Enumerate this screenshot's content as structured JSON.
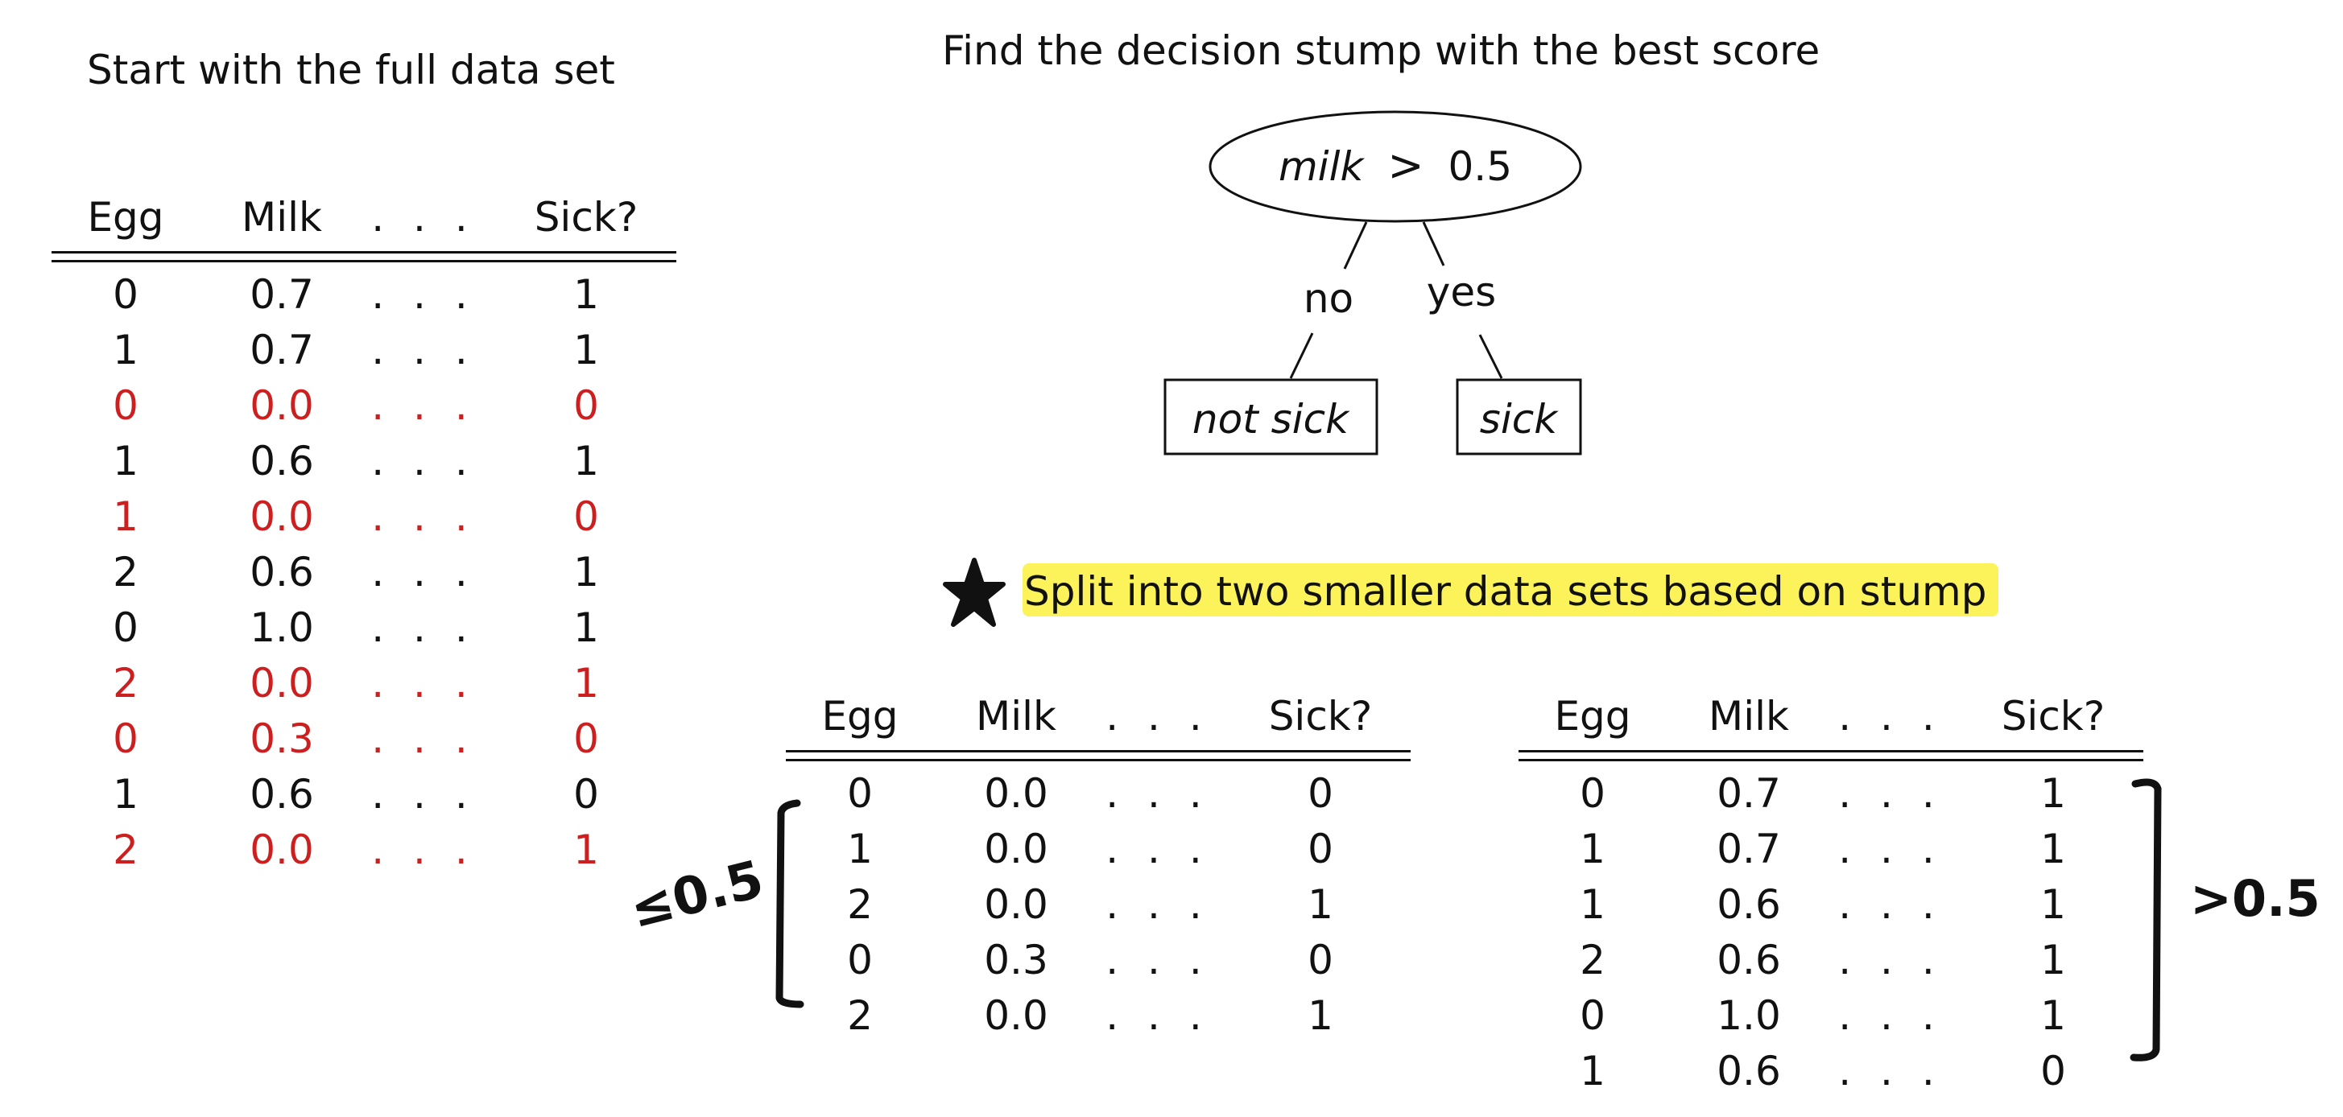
{
  "left": {
    "heading": "Start with the full data set",
    "headers": [
      "Egg",
      "Milk",
      "...",
      "Sick?"
    ],
    "rows": [
      {
        "cells": [
          "0",
          "0.7",
          "...",
          "1"
        ],
        "highlight": false
      },
      {
        "cells": [
          "1",
          "0.7",
          "...",
          "1"
        ],
        "highlight": false
      },
      {
        "cells": [
          "0",
          "0.0",
          "...",
          "0"
        ],
        "highlight": true
      },
      {
        "cells": [
          "1",
          "0.6",
          "...",
          "1"
        ],
        "highlight": false
      },
      {
        "cells": [
          "1",
          "0.0",
          "...",
          "0"
        ],
        "highlight": true
      },
      {
        "cells": [
          "2",
          "0.6",
          "...",
          "1"
        ],
        "highlight": false
      },
      {
        "cells": [
          "0",
          "1.0",
          "...",
          "1"
        ],
        "highlight": false
      },
      {
        "cells": [
          "2",
          "0.0",
          "...",
          "1"
        ],
        "highlight": true
      },
      {
        "cells": [
          "0",
          "0.3",
          "...",
          "0"
        ],
        "highlight": true
      },
      {
        "cells": [
          "1",
          "0.6",
          "...",
          "0"
        ],
        "highlight": false
      },
      {
        "cells": [
          "2",
          "0.0",
          "...",
          "1"
        ],
        "highlight": true
      }
    ],
    "highlight_color": "#cc1f1f"
  },
  "tree": {
    "heading": "Find the decision stump with the best score",
    "root_label_var": "milk",
    "root_label_op": ">",
    "root_label_val": "0.5",
    "edge_no": "no",
    "edge_yes": "yes",
    "leaf_left": "not sick",
    "leaf_right": "sick"
  },
  "split": {
    "star_icon": "star-icon",
    "text": "Split into two smaller data sets based on stump",
    "highlight_color": "#fcf35a"
  },
  "bottom_left": {
    "headers": [
      "Egg",
      "Milk",
      "...",
      "Sick?"
    ],
    "rows": [
      [
        "0",
        "0.0",
        "...",
        "0"
      ],
      [
        "1",
        "0.0",
        "...",
        "0"
      ],
      [
        "2",
        "0.0",
        "...",
        "1"
      ],
      [
        "0",
        "0.3",
        "...",
        "0"
      ],
      [
        "2",
        "0.0",
        "...",
        "1"
      ]
    ],
    "annotation": "≤0.5"
  },
  "bottom_right": {
    "headers": [
      "Egg",
      "Milk",
      "...",
      "Sick?"
    ],
    "rows": [
      [
        "0",
        "0.7",
        "...",
        "1"
      ],
      [
        "1",
        "0.7",
        "...",
        "1"
      ],
      [
        "1",
        "0.6",
        "...",
        "1"
      ],
      [
        "2",
        "0.6",
        "...",
        "1"
      ],
      [
        "0",
        "1.0",
        "...",
        "1"
      ],
      [
        "1",
        "0.6",
        "...",
        "0"
      ]
    ],
    "annotation": ">0.5"
  }
}
